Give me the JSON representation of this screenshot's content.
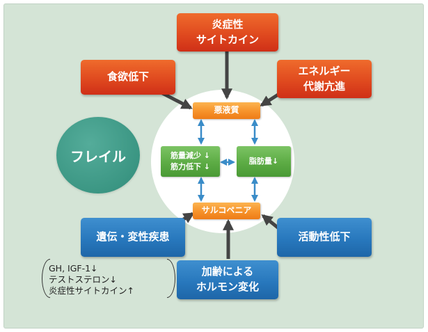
{
  "diagram": {
    "center": "フレイル",
    "core": {
      "cachexia": "悪液質",
      "muscle": "筋量減少 ↓\n筋力低下 ↓",
      "fat": "脂肪量↓",
      "sarcopenia": "サルコペニア"
    },
    "causes_top": {
      "inflammatory_cytokine": "炎症性\nサイトカイン",
      "appetite_loss": "食欲低下",
      "energy_metabolism": "エネルギー\n代謝亢進"
    },
    "causes_bottom": {
      "genetic_disease": "遺伝・変性疾患",
      "activity_decline": "活動性低下",
      "aging_hormone": "加齢による\nホルモン変化"
    },
    "hormone_note": "GH, IGF-1↓\nテストステロン↓\n炎症性サイトカイン↑"
  },
  "colors": {
    "background": "#d4e4d6",
    "red_box": "#e04a1f",
    "blue_box": "#2878bd",
    "orange_box": "#f6922a",
    "green_box": "#5cab44",
    "teal_circle": "#3b9683",
    "arrow_dark": "#444444",
    "arrow_light": "#3a8cc8"
  }
}
